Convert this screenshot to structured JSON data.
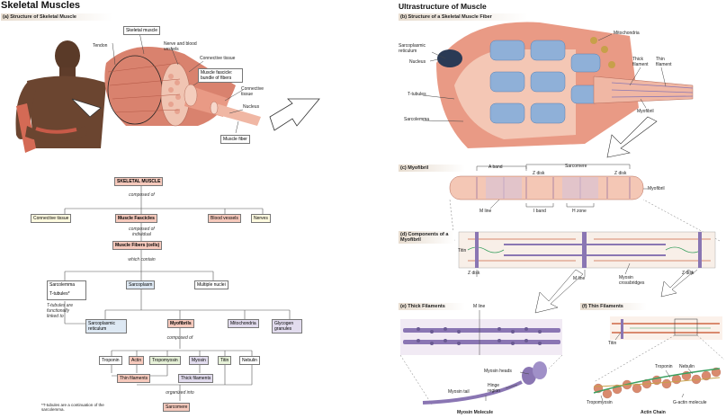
{
  "left": {
    "title": "Skeletal Muscles",
    "section_a": "(a) Structure of Skeletal Muscle",
    "labels": {
      "tendon": "Tendon",
      "skeletal_muscle": "Skeletal muscle",
      "nerve": "Nerve and blood vessels",
      "connective": "Connective tissue",
      "fascicle": "Muscle fascicle: bundle of fibers",
      "connective2": "Connective tissue",
      "nucleus": "Nucleus",
      "fiber": "Muscle fiber"
    },
    "flow": {
      "root": "SKELETAL MUSCLE",
      "composed_of": "composed of",
      "connective_tissue": "Connective tissue",
      "fascicles": "Muscle Fascicles",
      "blood_vessels": "Blood vessels",
      "nerves": "Nerves",
      "composed_individual": "composed of individual",
      "fibers": "Muscle Fibers (cells)",
      "which_contain": "which contain",
      "sarcolemma": "Sarcolemma",
      "ttubules": "T-tubules*",
      "sarcoplasm": "Sarcoplasm",
      "nuclei": "Multiple nuclei",
      "functionally": "T-tubules are functionally linked to",
      "sarc_ret": "Sarcoplasmic reticulum",
      "myofibrils": "Myofibrils",
      "mitochondria": "Mitochondria",
      "glycogen": "Glycogen granules",
      "composed_of2": "composed of",
      "troponin": "Troponin",
      "actin": "Actin",
      "tropomyosin": "Tropomyosin",
      "myosin": "Myosin",
      "titin": "Titin",
      "nebulin": "Nebulin",
      "thin": "Thin filaments",
      "thick": "Thick filaments",
      "organized": "organized into",
      "sarcomere": "Sarcomere",
      "footnote": "*T-tubules are a continuation of the sarcolemma."
    }
  },
  "right": {
    "title": "Ultrastructure of Muscle",
    "section_b": "(b) Structure of a Skeletal Muscle Fiber",
    "b_labels": {
      "mito": "Mitochondria",
      "sr": "Sarcoplasmic reticulum",
      "nucleus": "Nucleus",
      "thick": "Thick filament",
      "thin": "Thin filament",
      "ttub": "T-tubules",
      "sarcolemma": "Sarcolemma",
      "myofibril": "Myofibril"
    },
    "section_c": "(c) Myofibril",
    "c_labels": {
      "aband": "A band",
      "sarcomere": "Sarcomere",
      "zdisk1": "Z disk",
      "zdisk2": "Z disk",
      "myofibril": "Myofibril",
      "mline": "M line",
      "iband": "I band",
      "hzone": "H zone"
    },
    "section_d": "(d) Components of a Myofibril",
    "d_labels": {
      "titin": "Titin",
      "zdisk1": "Z disk",
      "mline": "M line",
      "myosin": "Myosin crossbridges",
      "zdisk2": "Z disk"
    },
    "section_e": "(e) Thick Filaments",
    "e_labels": {
      "mline": "M line",
      "heads": "Myosin heads",
      "hinge": "Hinge region",
      "tail": "Myosin tail",
      "molecule": "Myosin Molecule"
    },
    "section_f": "(f) Thin Filaments",
    "f_labels": {
      "titin": "Titin",
      "troponin": "Troponin",
      "nebulin": "Nebulin",
      "tropomyosin": "Tropomyosin",
      "gactin": "G-actin molecule",
      "chain": "Actin Chain"
    }
  },
  "colors": {
    "muscle": "#d9826e",
    "muscle_light": "#f0b7a4",
    "thick": "#8a76b3",
    "thin": "#d98a6e",
    "blue": "#8fb0d8"
  }
}
